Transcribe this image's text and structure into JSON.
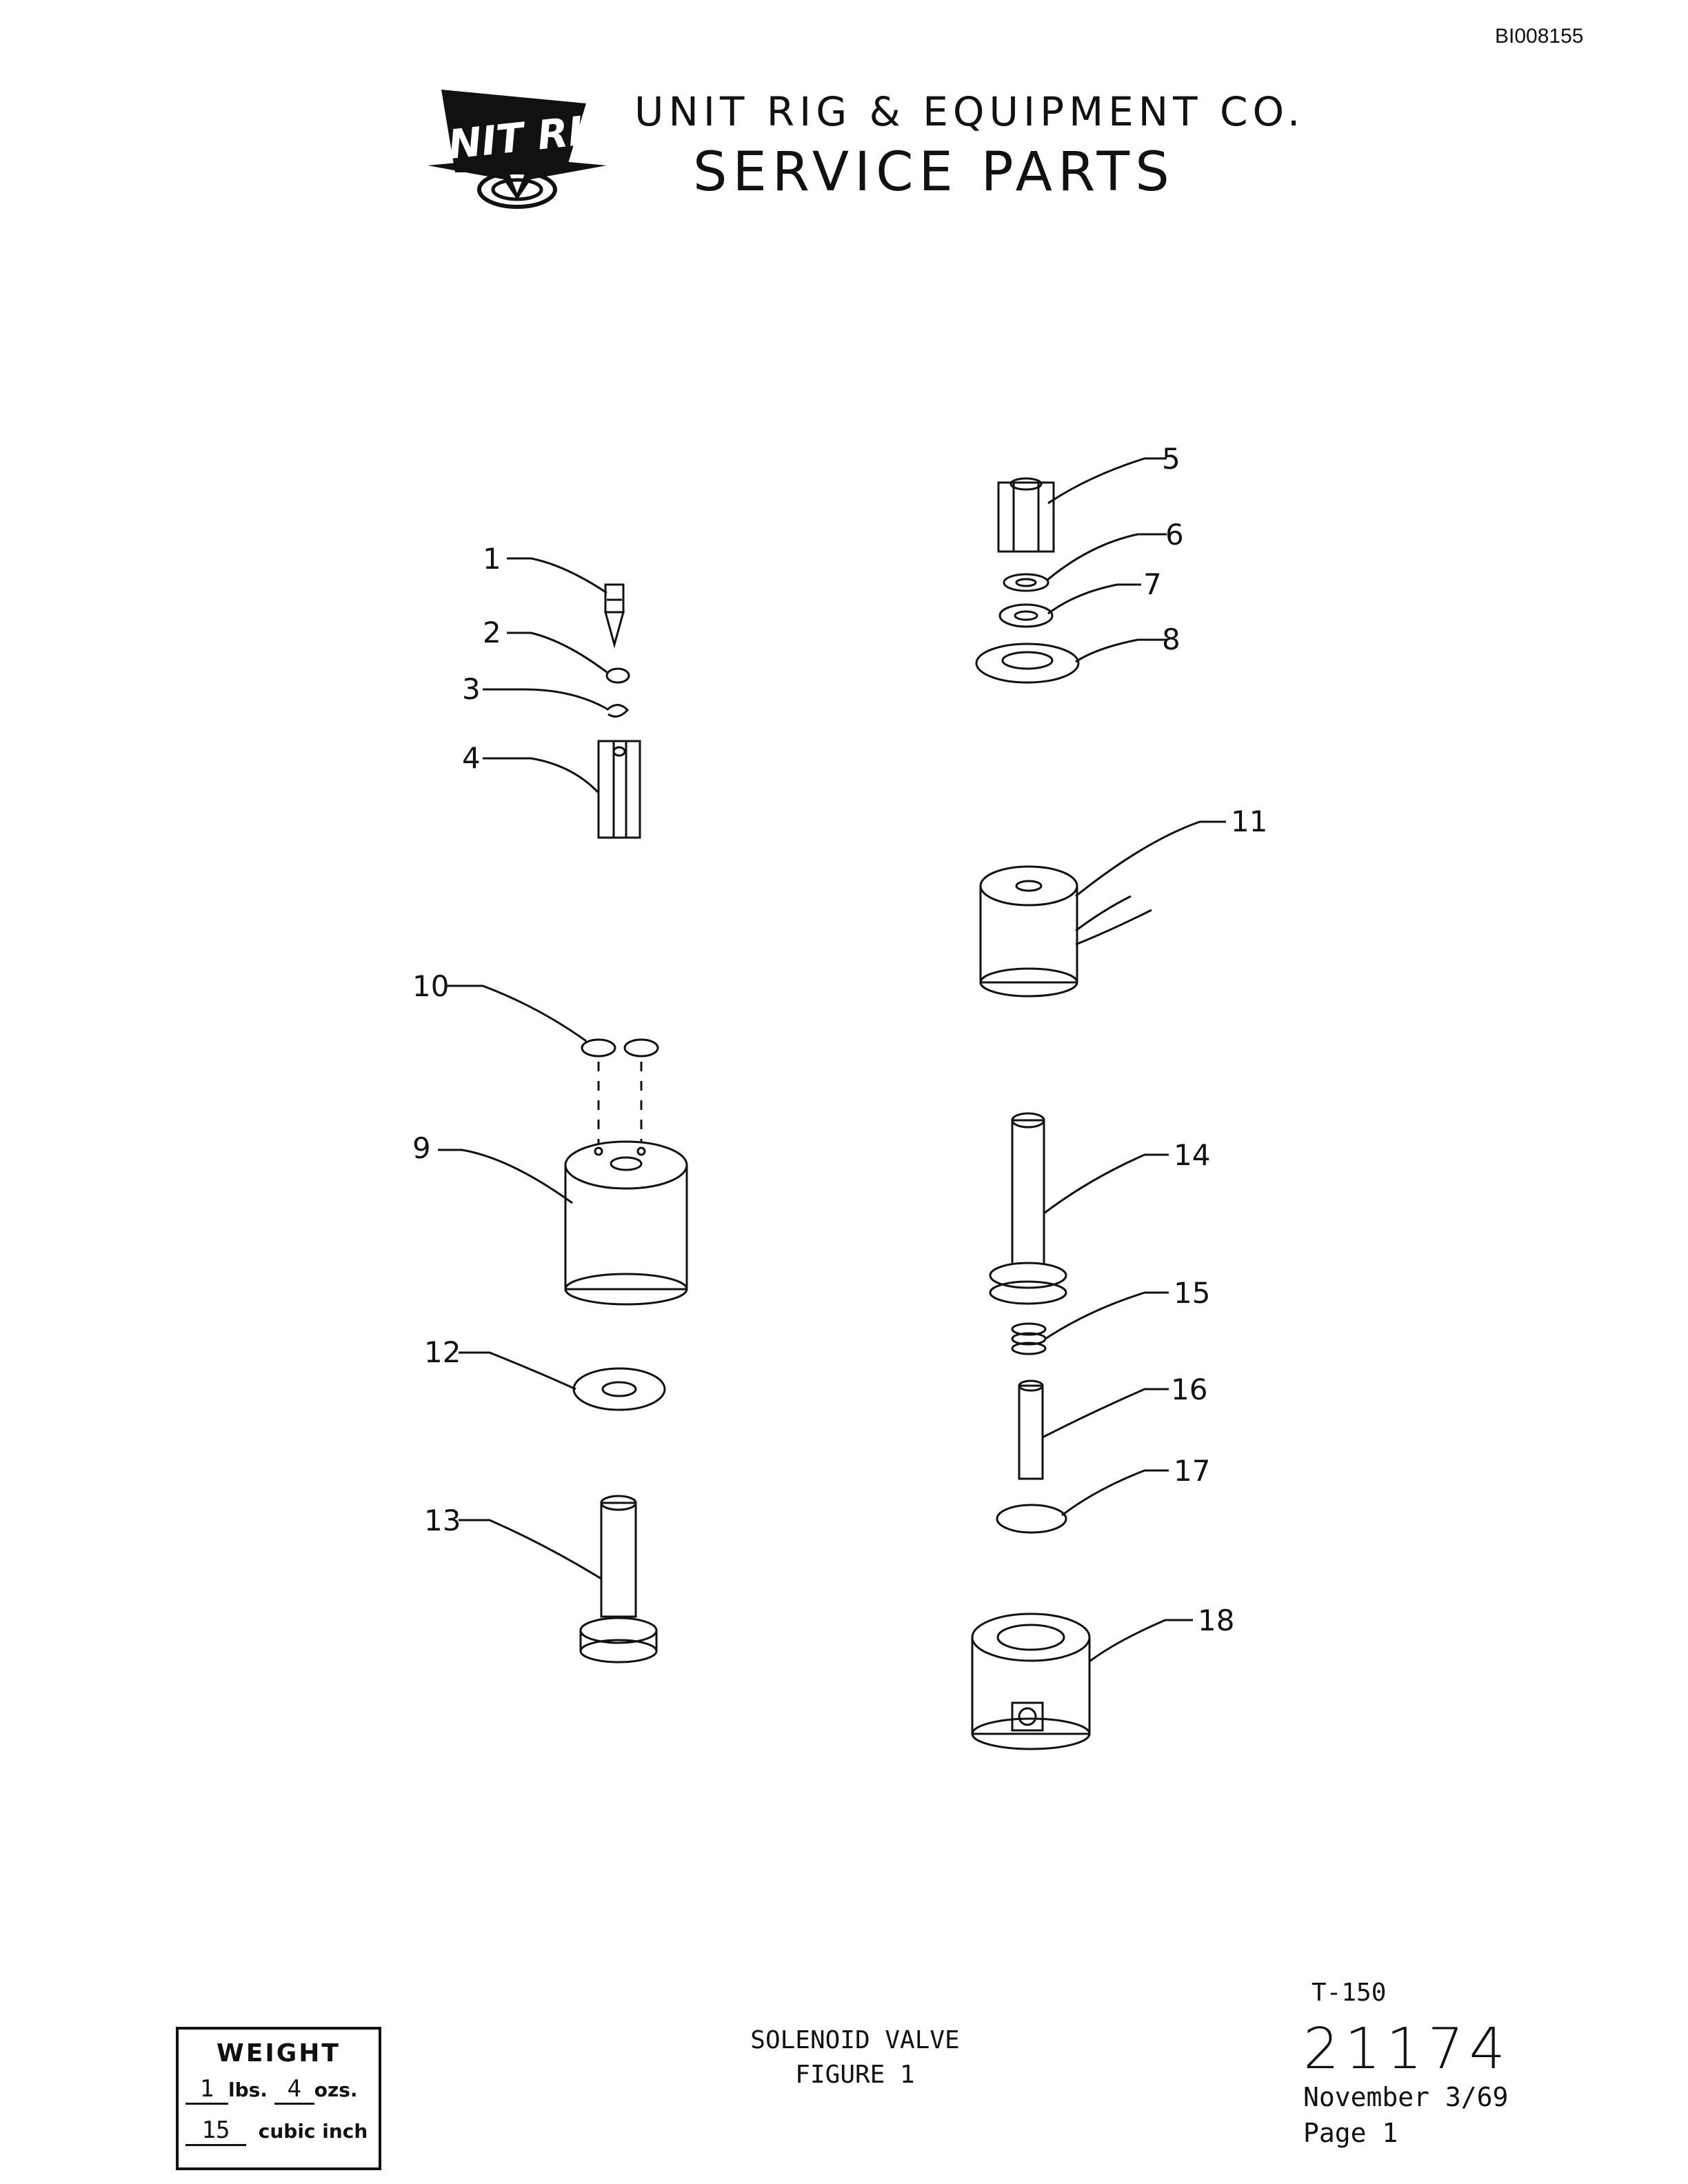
{
  "document": {
    "doc_id": "BI008155",
    "logo_text": "UNIT RIG",
    "company_name": "UNIT RIG & EQUIPMENT CO.",
    "heading": "SERVICE PARTS"
  },
  "diagram": {
    "callouts": [
      "1",
      "2",
      "3",
      "4",
      "5",
      "6",
      "7",
      "8",
      "9",
      "10",
      "11",
      "12",
      "13",
      "14",
      "15",
      "16",
      "17",
      "18"
    ]
  },
  "footer": {
    "caption_line1": "SOLENOID VALVE",
    "caption_line2": "FIGURE 1",
    "t_code": "T-150",
    "part_number": "21174",
    "date": "November 3/69",
    "page": "Page 1",
    "weight": {
      "title": "WEIGHT",
      "lbs_value": "1",
      "lbs_unit": "lbs.",
      "ozs_value": "4",
      "ozs_unit": "ozs.",
      "volume_value": "15",
      "volume_unit": "cubic inch"
    }
  }
}
